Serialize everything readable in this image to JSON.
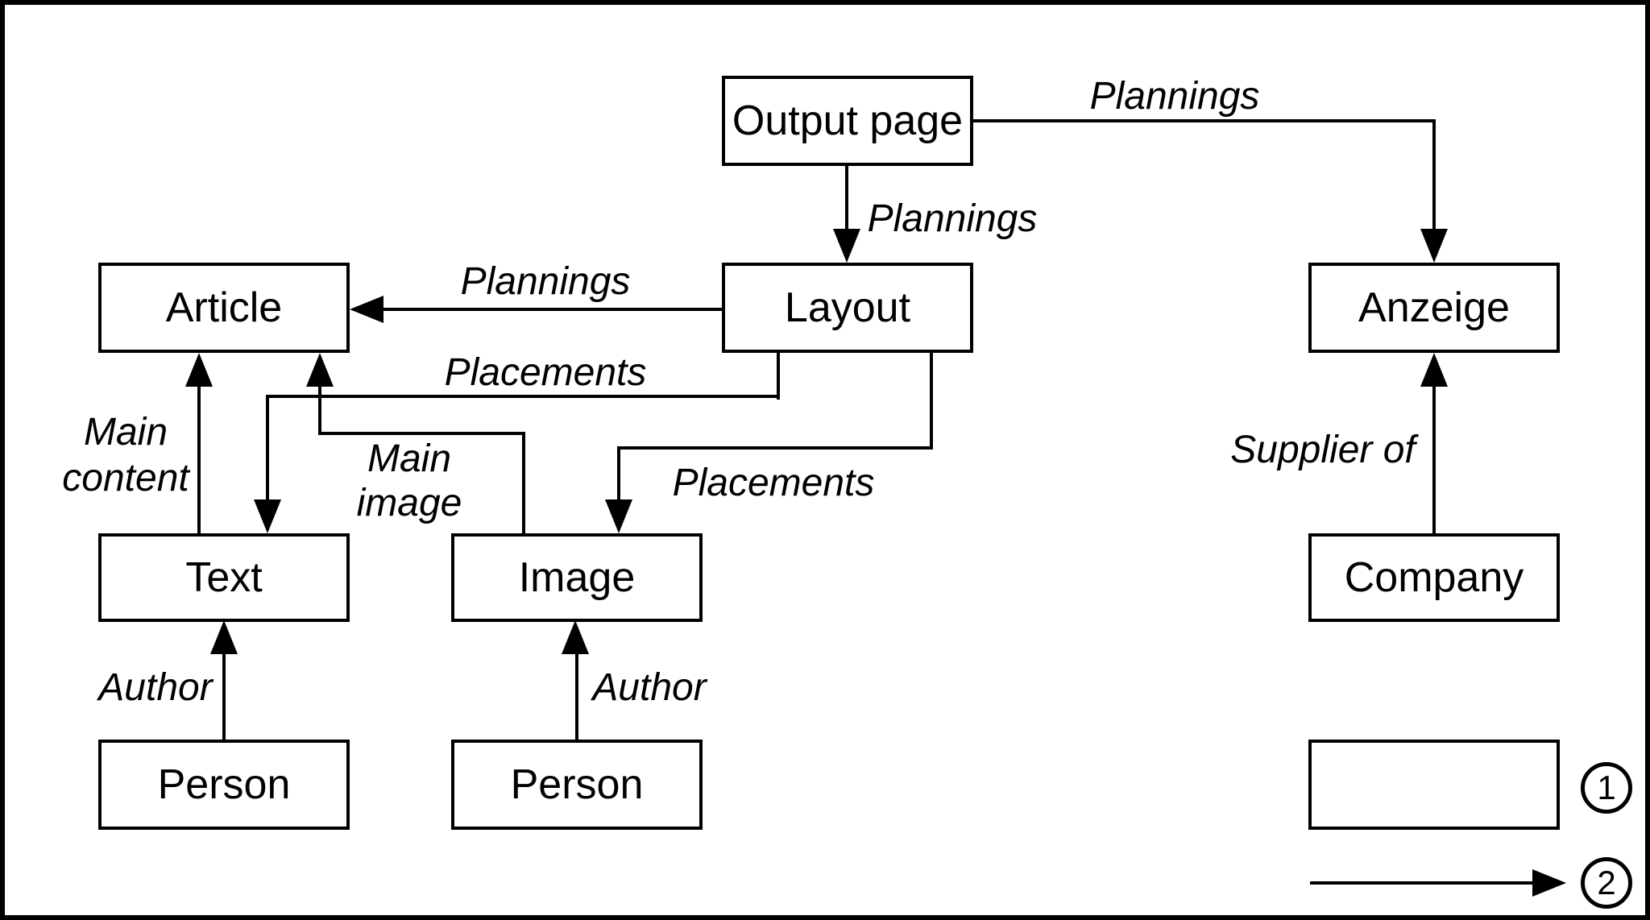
{
  "diagram": {
    "nodes": {
      "output_page": {
        "label": "Output page"
      },
      "layout": {
        "label": "Layout"
      },
      "article": {
        "label": "Article"
      },
      "anzeige": {
        "label": "Anzeige"
      },
      "text": {
        "label": "Text"
      },
      "image": {
        "label": "Image"
      },
      "company": {
        "label": "Company"
      },
      "person_text": {
        "label": "Person"
      },
      "person_image": {
        "label": "Person"
      }
    },
    "edge_labels": {
      "plannings_top": "Plannings",
      "plannings_mid": "Plannings",
      "plannings_left": "Plannings",
      "placements_left": "Placements",
      "placements_right": "Placements",
      "main_content_line1": "Main",
      "main_content_line2": "content",
      "main_image_line1": "Main",
      "main_image_line2": "image",
      "author_left": "Author",
      "author_right": "Author",
      "supplier": "Supplier of"
    },
    "legend": {
      "item1_number": "1",
      "item2_number": "2"
    },
    "colors": {
      "line": "#000000",
      "background": "#ffffff"
    }
  }
}
